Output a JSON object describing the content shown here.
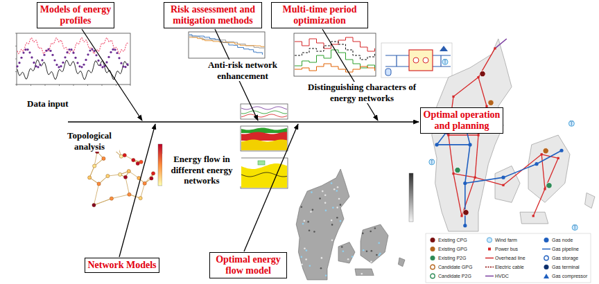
{
  "diagram": {
    "nodes": [
      {
        "text": [
          "Models of energy profiles"
        ]
      },
      {
        "text": [
          "Risk assessment and mitigation methods"
        ]
      },
      {
        "text": [
          "Multi-time period optimization"
        ]
      },
      {
        "text": [
          "Network Models"
        ]
      },
      {
        "text": [
          "Optimal energy flow model"
        ]
      },
      {
        "text": [
          "Optimal operation and planning"
        ]
      }
    ],
    "labels": [
      "Data input",
      "Anti-risk network enhancement",
      "Distinguishing characters of energy networks",
      "Topological analysis",
      "Energy flow in different energy networks"
    ],
    "legend": [
      {
        "text": "Existing CPG"
      },
      {
        "text": "Existing GPG"
      },
      {
        "text": "Existing P2G"
      },
      {
        "text": "Candidate GPG"
      },
      {
        "text": "Candidate P2G"
      },
      {
        "text": "Wind farm"
      },
      {
        "text": "Power bus"
      },
      {
        "text": "Overhead line"
      },
      {
        "text": "Electric cable"
      },
      {
        "text": "HVDC"
      },
      {
        "text": "Gas node"
      },
      {
        "text": "Gas pipeline"
      },
      {
        "text": "Gas storage"
      },
      {
        "text": "Gas terminal"
      },
      {
        "text": "Gas compressor"
      }
    ]
  }
}
